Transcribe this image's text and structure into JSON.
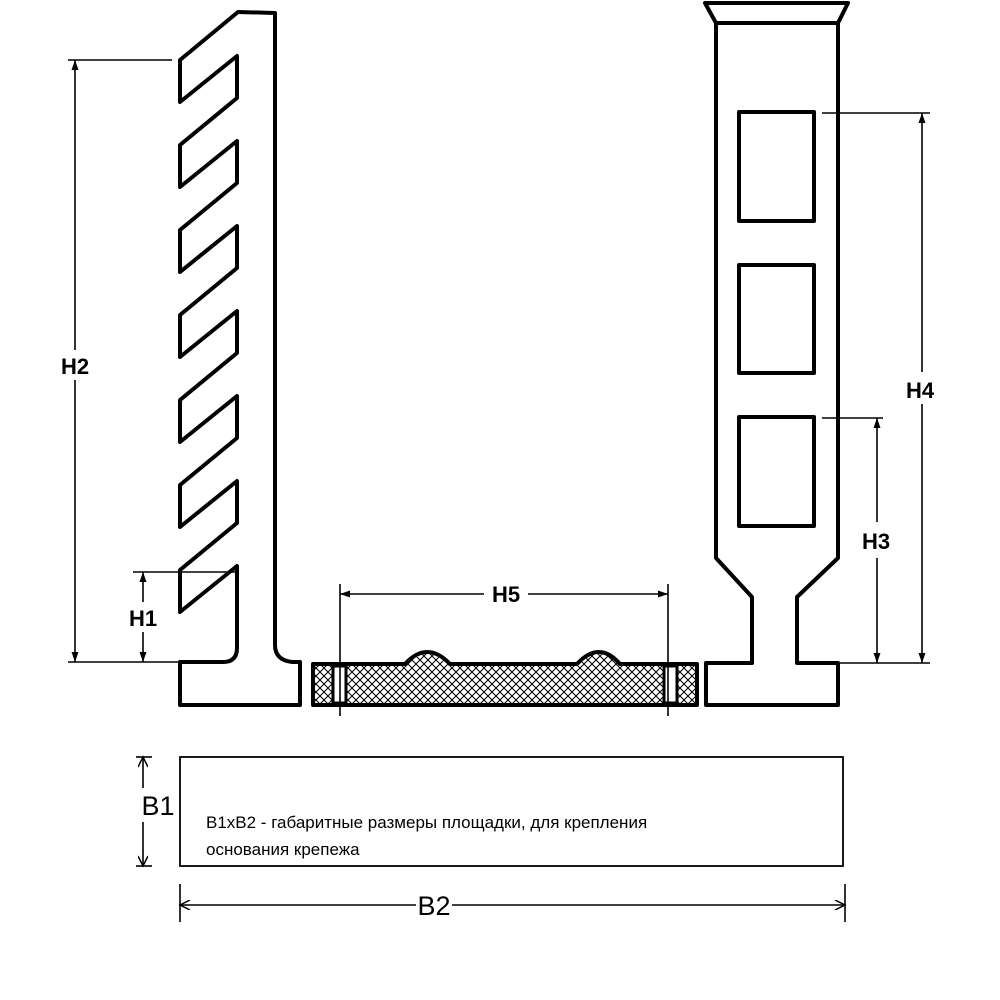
{
  "labels": {
    "h1": "H1",
    "h2": "H2",
    "h3": "H3",
    "h4": "H4",
    "h5": "H5",
    "b1": "B1",
    "b2": "B2"
  },
  "note": {
    "line1": "B1xB2 - габаритные размеры площадки, для крепления",
    "line2": "основания крепежа"
  },
  "colors": {
    "line": "#000000",
    "background": "#ffffff"
  }
}
